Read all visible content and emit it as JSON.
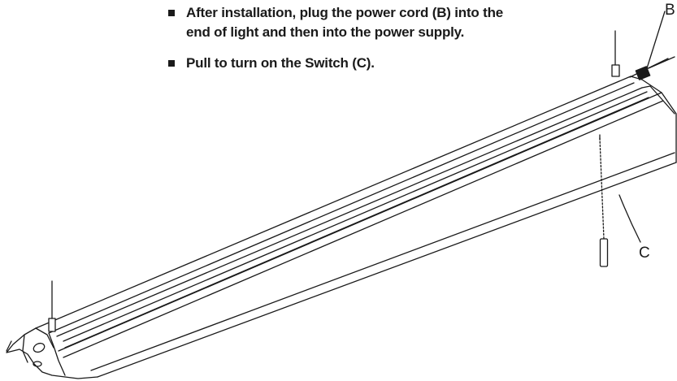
{
  "instructions": [
    "After installation, plug the power cord (B) into the end of light and then into the power supply.",
    "Pull to turn on the Switch (C)."
  ],
  "callouts": {
    "power_cord": "B",
    "switch": "C"
  },
  "colors": {
    "ink": "#1a1a1a",
    "background": "#ffffff"
  }
}
